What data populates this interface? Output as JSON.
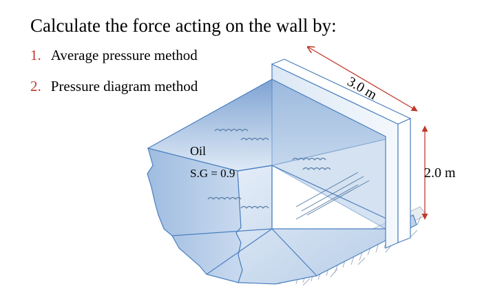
{
  "title": "Calculate the force acting on the wall by:",
  "methods": [
    {
      "number": "1.",
      "label": "Average pressure method"
    },
    {
      "number": "2.",
      "label": "Pressure diagram method"
    }
  ],
  "fluid": {
    "name": "Oil",
    "specific_gravity": "S.G = 0.9"
  },
  "dimensions": {
    "wall_length": "3.0 m",
    "oil_depth": "2.0 m"
  },
  "colors": {
    "number_accent": "#c0392b",
    "dimension_arrow": "#c0392b",
    "water_light": "#dbe8f5",
    "water_mid": "#a9c4e2",
    "outline": "#4a7fbf"
  }
}
